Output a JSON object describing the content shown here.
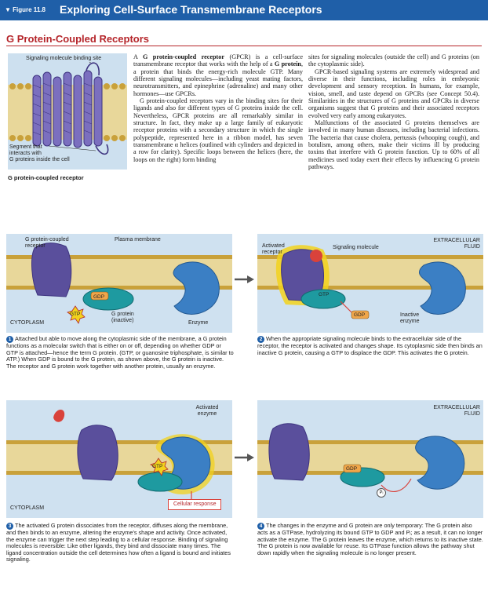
{
  "header": {
    "figure_label": "▼ Figure 11.8",
    "title": "Exploring Cell-Surface Transmembrane Receptors"
  },
  "section": {
    "title": "G Protein-Coupled Receptors"
  },
  "intro_figure": {
    "label_binding_site": "Signaling molecule binding site",
    "label_segment_1": "Segment that",
    "label_segment_2": "interacts with",
    "label_segment_3": "G proteins inside the cell",
    "caption": "G protein-coupled receptor"
  },
  "body": {
    "col1_p1_pre": "A ",
    "col1_p1_term": "G protein-coupled receptor",
    "col1_p1_mid": " (GPCR) is a cell-surface transmembrane receptor that works with the help of a ",
    "col1_p1_term2": "G protein",
    "col1_p1_post": ", a protein that binds the energy-rich molecule GTP. Many different signaling molecules—including yeast mating factors, neurotransmitters, and epinephrine (adrenaline) and many other hormones—use GPCRs.",
    "col1_p2": "G protein-coupled receptors vary in the binding sites for their ligands and also for different types of G proteins inside the cell. Nevertheless, GPCR proteins are all remarkably similar in structure. In fact, they make up a large family of eukaryotic receptor proteins with a secondary structure in which the single polypeptide, represented here in a ribbon model, has seven transmembrane α helices (outlined with cylinders and depicted in a row for clarity). Specific loops between the helices (here, the loops on the right) form binding",
    "col2_p1": "sites for signaling molecules (outside the cell) and G proteins (on the cytoplasmic side).",
    "col2_p2": "GPCR-based signaling systems are extremely widespread and diverse in their functions, including roles in embryonic development and sensory reception. In humans, for example, vision, smell, and taste depend on GPCRs (see Concept 50.4). Similarities in the structures of G proteins and GPCRs in diverse organisms suggest that G proteins and their associated receptors evolved very early among eukaryotes.",
    "col2_p3": "Malfunctions of the associated G proteins themselves are involved in many human diseases, including bacterial infections. The bacteria that cause cholera, pertussis (whooping cough), and botulism, among others, make their victims ill by producing toxins that interfere with G protein function. Up to 60% of all medicines used today exert their effects by influencing G protein pathways."
  },
  "panel1": {
    "receptor": "G protein-coupled receptor",
    "membrane": "Plasma membrane",
    "gdp": "GDP",
    "gtp": "GTP",
    "gprotein": "G protein (inactive)",
    "enzyme": "Enzyme",
    "cytoplasm": "CYTOPLASM"
  },
  "panel2": {
    "activated": "Activated receptor",
    "signal": "Signaling molecule",
    "extracellular": "EXTRACELLULAR FLUID",
    "gtp": "GTP",
    "gdp": "GDP",
    "inactive_enzyme": "Inactive enzyme"
  },
  "panel3": {
    "activated_enzyme": "Activated enzyme",
    "gtp": "GTP",
    "response": "Cellular response",
    "cytoplasm": "CYTOPLASM"
  },
  "panel4": {
    "extracellular": "EXTRACELLULAR FLUID",
    "gdp": "GDP",
    "pi": "Pᵢ"
  },
  "captions": {
    "step1_num": "1",
    "step1": "Attached but able to move along the cytoplasmic side of the membrane, a G protein functions as a molecular switch that is either on or off, depending on whether GDP or GTP is attached—hence the term G protein. (GTP, or guanosine triphosphate, is similar to ATP.) When GDP is bound to the G protein, as shown above, the G protein is inactive. The receptor and G protein work together with another protein, usually an enzyme.",
    "step2_num": "2",
    "step2": "When the appropriate signaling molecule binds to the extracellular side of the receptor, the receptor is activated and changes shape. Its cytoplasmic side then binds an inactive G protein, causing a GTP to displace the GDP. This activates the G protein.",
    "step3_num": "3",
    "step3": "The activated G protein dissociates from the receptor, diffuses along the membrane, and then binds to an enzyme, altering the enzyme's shape and activity. Once activated, the enzyme can trigger the next step leading to a cellular response. Binding of signaling molecules is reversible: Like other ligands, they bind and dissociate many times. The ligand concentration outside the cell determines how often a ligand is bound and initiates signaling.",
    "step4_num": "4",
    "step4": "The changes in the enzyme and G protein are only temporary: The G protein also acts as a GTPase, hydrolyzing its bound GTP to GDP and Pᵢ; as a result, it can no longer activate the enzyme. The G protein leaves the enzyme, which returns to its inactive state. The G protein is now available for reuse. Its GTPase function allows the pathway shut down rapidly when the signaling molecule is no longer present."
  },
  "colors": {
    "banner": "#1f5fa8",
    "section_red": "#b5252a",
    "panel_bg": "#cfe1f0",
    "receptor_purple": "#5a4f9c",
    "gprotein_teal": "#1e9aa0",
    "enzyme_blue": "#3b7fc4",
    "membrane_lipid": "#c9a13a",
    "gtp_yellow": "#f2d21d",
    "signal_red": "#d9423b"
  }
}
